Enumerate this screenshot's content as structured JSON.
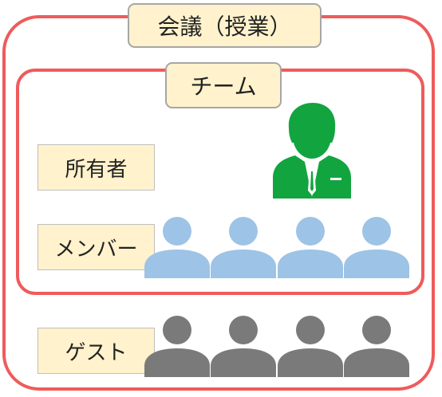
{
  "diagram": {
    "meeting_label": "会議（授業）",
    "team_label": "チーム",
    "roles": {
      "owner": "所有者",
      "member": "メンバー",
      "guest": "ゲスト"
    }
  },
  "icons": {
    "owner": "business-person-icon",
    "member": "person-icon",
    "guest": "person-icon"
  },
  "colors": {
    "frame_border": "#ef5b5b",
    "label_fill": "#fff2cc",
    "owner_icon": "#12a53f",
    "member_icon": "#9dc3e6",
    "guest_icon": "#7a7a7a"
  },
  "counts": {
    "members": 4,
    "guests": 4
  }
}
